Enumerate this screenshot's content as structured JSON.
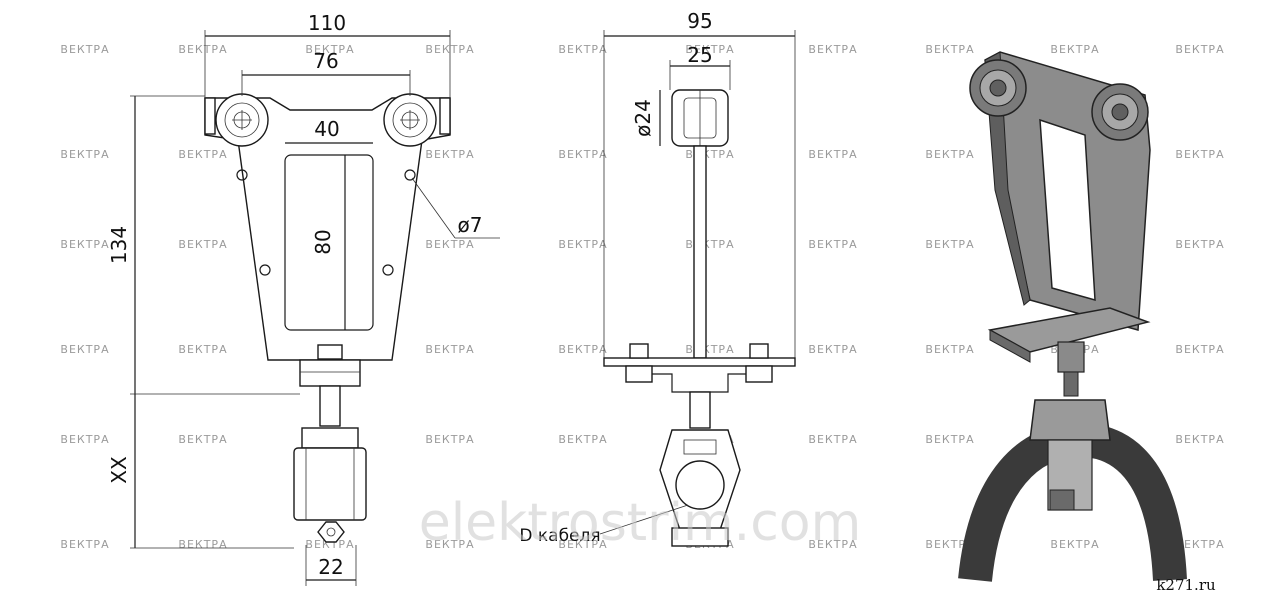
{
  "dimensions": {
    "front_width": "110",
    "wheel_spacing": "76",
    "window_width": "40",
    "window_height": "80",
    "hole_diameter": "ø7",
    "total_height": "134",
    "hanger_height": "XX",
    "clamp_width": "22",
    "side_width": "95",
    "axle_width": "25",
    "roller_diameter": "ø24",
    "cable_label": "D кабеля"
  },
  "watermark": "ВЕКТРА",
  "site_watermark": "elektrostrim.com",
  "credit": "k271.ru",
  "colors": {
    "line": "#1a1a1a",
    "watermark": "#9a9a9a",
    "cable": "#3a3a3a",
    "metal": "#8c8c8c"
  }
}
